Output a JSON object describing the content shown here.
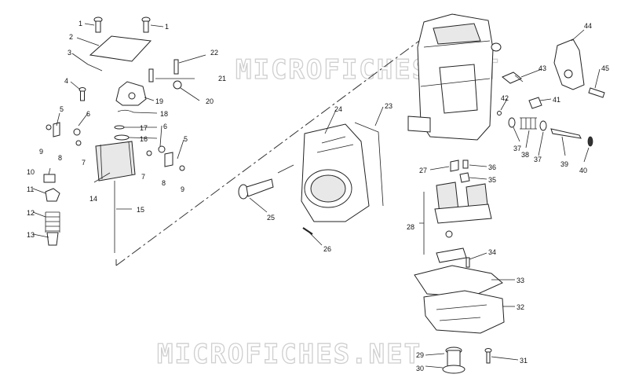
{
  "watermark": {
    "top": "MICROFICHES.NET",
    "bottom": "MICROFICHES.NET"
  },
  "callouts": [
    "1",
    "2",
    "3",
    "4",
    "5",
    "6",
    "7",
    "8",
    "9",
    "10",
    "11",
    "12",
    "13",
    "14",
    "15",
    "16",
    "17",
    "18",
    "19",
    "20",
    "21",
    "22",
    "23",
    "24",
    "25",
    "26",
    "27",
    "28",
    "29",
    "30",
    "31",
    "32",
    "33",
    "34",
    "35",
    "36",
    "37",
    "38",
    "39",
    "40",
    "41",
    "42",
    "43",
    "44",
    "45"
  ]
}
